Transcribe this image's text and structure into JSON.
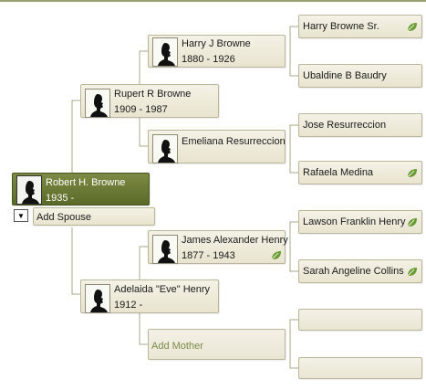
{
  "people": {
    "root": {
      "name": "Robert H. Browne",
      "dates": "1935 -"
    },
    "add_spouse": "Add Spouse",
    "father": {
      "name": "Rupert R Browne",
      "dates": "1909 - 1987"
    },
    "mother": {
      "name": "Adelaida \"Eve\" Henry",
      "dates": "1912 -"
    },
    "pat_grandfather": {
      "name": "Harry J Browne",
      "dates": "1880 - 1926"
    },
    "pat_grandmother": {
      "name": "Emeliana Resurreccion",
      "dates": ""
    },
    "mat_grandfather": {
      "name": "James Alexander Henry",
      "dates": "1877 - 1943"
    },
    "add_mother": "Add Mother",
    "gg1": "Harry Browne Sr.",
    "gg2": "Ubaldine B Baudry",
    "gg3": "Jose Resurreccion",
    "gg4": "Rafaela Medina",
    "gg5": "Lawson Franklin Henry",
    "gg6": "Sarah Angeline Collins"
  },
  "colors": {
    "root_card": "#6b7a35",
    "card": "#efecdc",
    "hint_leaf": "#5f8a2f",
    "connector": "#a9a88a"
  },
  "icons": {
    "silhouette": "person-silhouette-icon",
    "hint": "leaf-icon",
    "dropdown": "triangle-down-icon"
  }
}
